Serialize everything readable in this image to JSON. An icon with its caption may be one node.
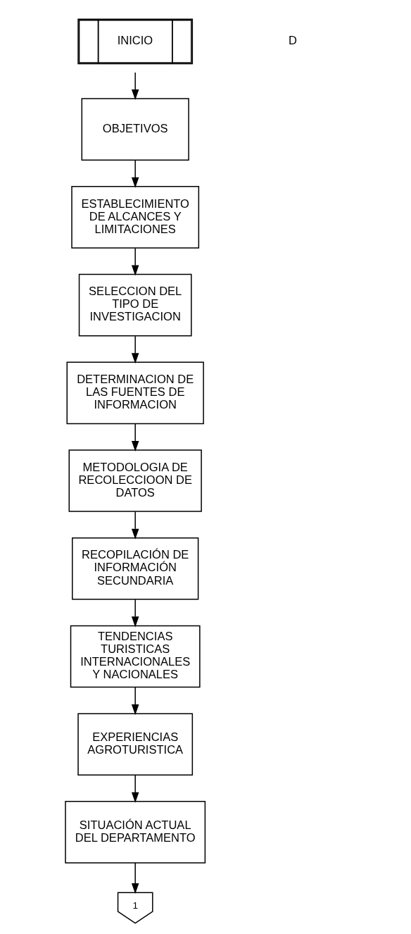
{
  "diagram": {
    "nodes": [
      {
        "text": [
          "INICIO"
        ]
      },
      {
        "text": [
          "OBJETIVOS"
        ]
      },
      {
        "text": [
          "ESTABLECIMIENTO DE ALCANCES Y LIMITACIONES"
        ]
      },
      {
        "text": [
          "SELECCION DEL TIPO DE INVESTIGACION"
        ]
      },
      {
        "text": [
          "DETERMINACION DE LAS FUENTES DE INFORMACION"
        ]
      },
      {
        "text": [
          "METODOLOGIA DE RECOLECCIOON DE DATOS"
        ]
      },
      {
        "text": [
          "RECOPILACIÓN DE INFORMACIÓN SECUNDARIA"
        ]
      },
      {
        "text": [
          "TENDENCIAS TURISTICAS INTERNACIONALES Y NACIONALES"
        ]
      },
      {
        "text": [
          "EXPERIENCIAS AGROTURISTICA"
        ]
      },
      {
        "text": [
          "SITUACIÓN ACTUAL DEL DEPARTAMENTO"
        ]
      },
      {
        "text": [
          "1"
        ]
      }
    ],
    "edges": [
      {
        "from": 0,
        "to": 1,
        "arrow": "to"
      },
      {
        "from": 1,
        "to": 2,
        "arrow": "to"
      },
      {
        "from": 2,
        "to": 3,
        "arrow": "to"
      },
      {
        "from": 3,
        "to": 4,
        "arrow": "to"
      },
      {
        "from": 4,
        "to": 5,
        "arrow": "to"
      },
      {
        "from": 5,
        "to": 6,
        "arrow": "to"
      },
      {
        "from": 6,
        "to": 7,
        "arrow": "to"
      },
      {
        "from": 7,
        "to": 8,
        "arrow": "to"
      },
      {
        "from": 8,
        "to": 9,
        "arrow": "to"
      },
      {
        "from": 9,
        "to": 10,
        "arrow": "to"
      }
    ],
    "labels": [
      "D"
    ]
  }
}
